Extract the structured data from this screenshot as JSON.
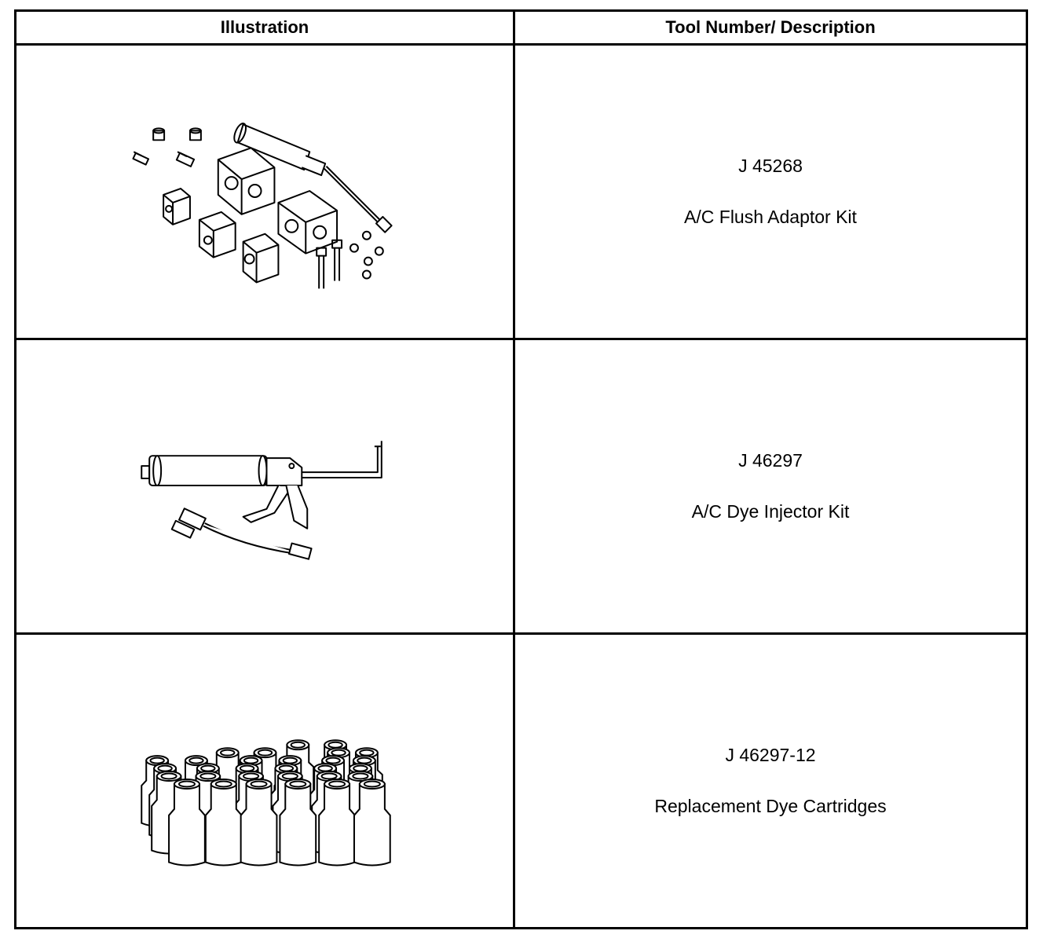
{
  "table": {
    "headers": {
      "illustration": "Illustration",
      "description": "Tool Number/ Description"
    },
    "rows": [
      {
        "tool_number": "J 45268",
        "description": "A/C Flush Adaptor Kit",
        "illustration_icon": "ac-flush-adaptor-kit-illustration"
      },
      {
        "tool_number": "J 46297",
        "description": "A/C Dye Injector Kit",
        "illustration_icon": "ac-dye-injector-kit-illustration"
      },
      {
        "tool_number": "J 46297-12",
        "description": "Replacement Dye Cartridges",
        "illustration_icon": "replacement-dye-cartridges-illustration"
      }
    ]
  },
  "colors": {
    "line": "#000000",
    "background": "#ffffff"
  }
}
